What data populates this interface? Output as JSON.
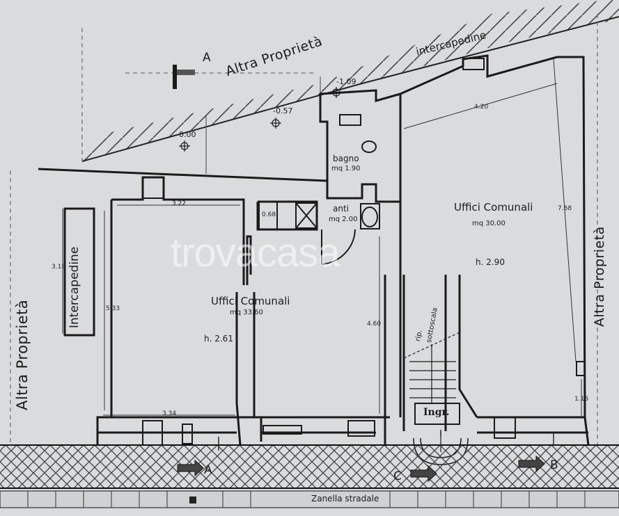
{
  "plan": {
    "section_a_letter": "A",
    "altra_proprieta_top": "Altra Proprietà",
    "altra_proprieta_left": "Altra Proprietà",
    "altra_proprieta_right": "Altra Proprietà",
    "intercapedine_top": "intercapedine",
    "intercapedine_left": "Intercapedine",
    "elev_0": "0.00",
    "elev_057": "-0.57",
    "elev_109": "-1.09",
    "bagno_label": "bagno",
    "bagno_area": "mq 1.90",
    "antibagno_label": "anti",
    "antibagno_area": "mq 2.00",
    "room_left_title": "Uffici Comunali",
    "room_left_area": "mq 33.60",
    "room_left_height": "h. 2.61",
    "room_right_title": "Uffici Comunali",
    "room_right_area": "mq 30.00",
    "room_right_height": "h. 2.90",
    "dim_322": "3.22",
    "dim_318": "3.18",
    "dim_533": "5.33",
    "dim_334": "3.34",
    "dim_068": "0.68",
    "dim_460": "4.60",
    "dim_420": "4.20",
    "dim_768": "7.68",
    "dim_116": "1.16",
    "rip_label": "rip.",
    "sottoscala_label": "sottoscala",
    "ingresso_label": "Ingr.",
    "section_a_bottom": "A",
    "section_b_bottom": "B",
    "section_c_bottom": "C",
    "street_label": "Zanella stradale",
    "watermark": "trovacasa"
  },
  "colors": {
    "paper": "#d9dbdc",
    "ink": "#1c1c1c",
    "hatch": "#3a3a3a"
  }
}
